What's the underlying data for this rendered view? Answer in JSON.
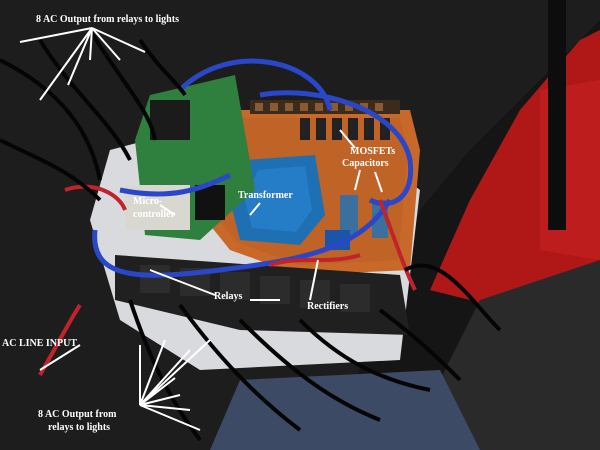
{
  "labels": {
    "ac_output_top": "8 AC Output from relays to lights",
    "mosfets": "MOSFETs",
    "capacitors": "Capacitors",
    "microcontroller_1": "Micro-",
    "microcontroller_2": "controller",
    "transformer": "Transformer",
    "relays": "Relays",
    "rectifiers": "Rectifiers",
    "ac_line_input": "AC LINE INPUT",
    "ac_output_bottom_1": "8  AC Output from",
    "ac_output_bottom_2": "relays to lights"
  },
  "colors": {
    "label_text": "#ffffff",
    "arrow": "#ffffff",
    "pcb_orange": "#c8692a",
    "micro_green": "#2f7f3f",
    "transformer_blue": "#1f6fb3",
    "wire_blue": "#2b47c9",
    "wire_red": "#c0242a",
    "backdrop_red": "#b41a1a",
    "table_dark": "#1a1a1a"
  }
}
